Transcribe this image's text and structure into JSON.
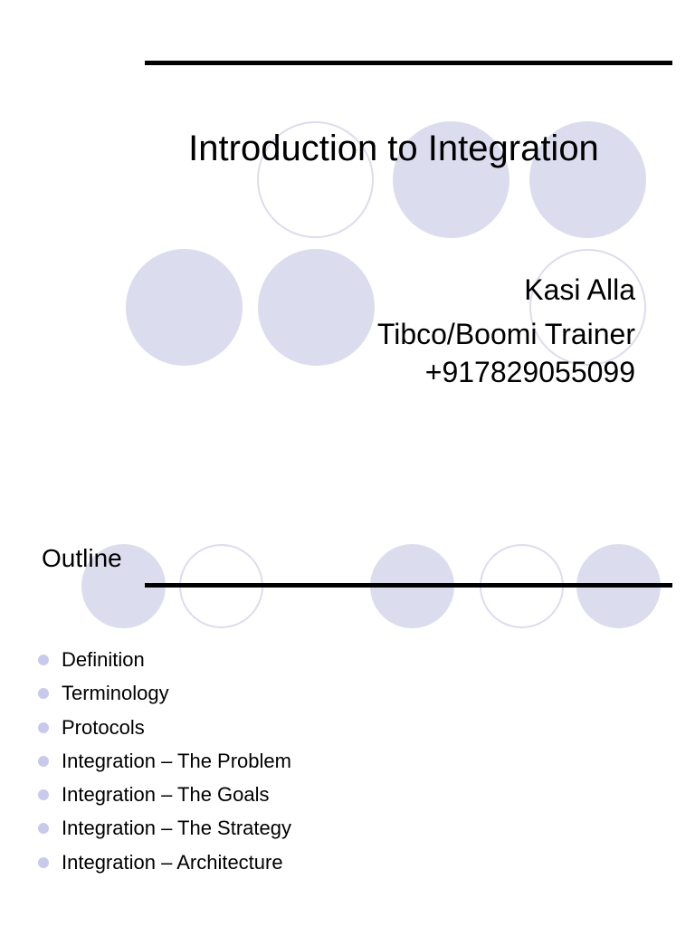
{
  "slides": [
    {
      "title": "Introduction to Integration",
      "presenter": {
        "name": "Kasi Alla",
        "role": "Tibco/Boomi Trainer",
        "phone": "+917829055099"
      }
    },
    {
      "title": "Outline",
      "bullets": [
        "Definition",
        "Terminology",
        "Protocols",
        "Integration – The Problem",
        "Integration – The Goals",
        "Integration – The Strategy",
        "Integration – Architecture"
      ]
    }
  ],
  "colors": {
    "circle_fill": "#dcdcef",
    "bullet": "#c9c9ec",
    "rule": "#000000"
  }
}
